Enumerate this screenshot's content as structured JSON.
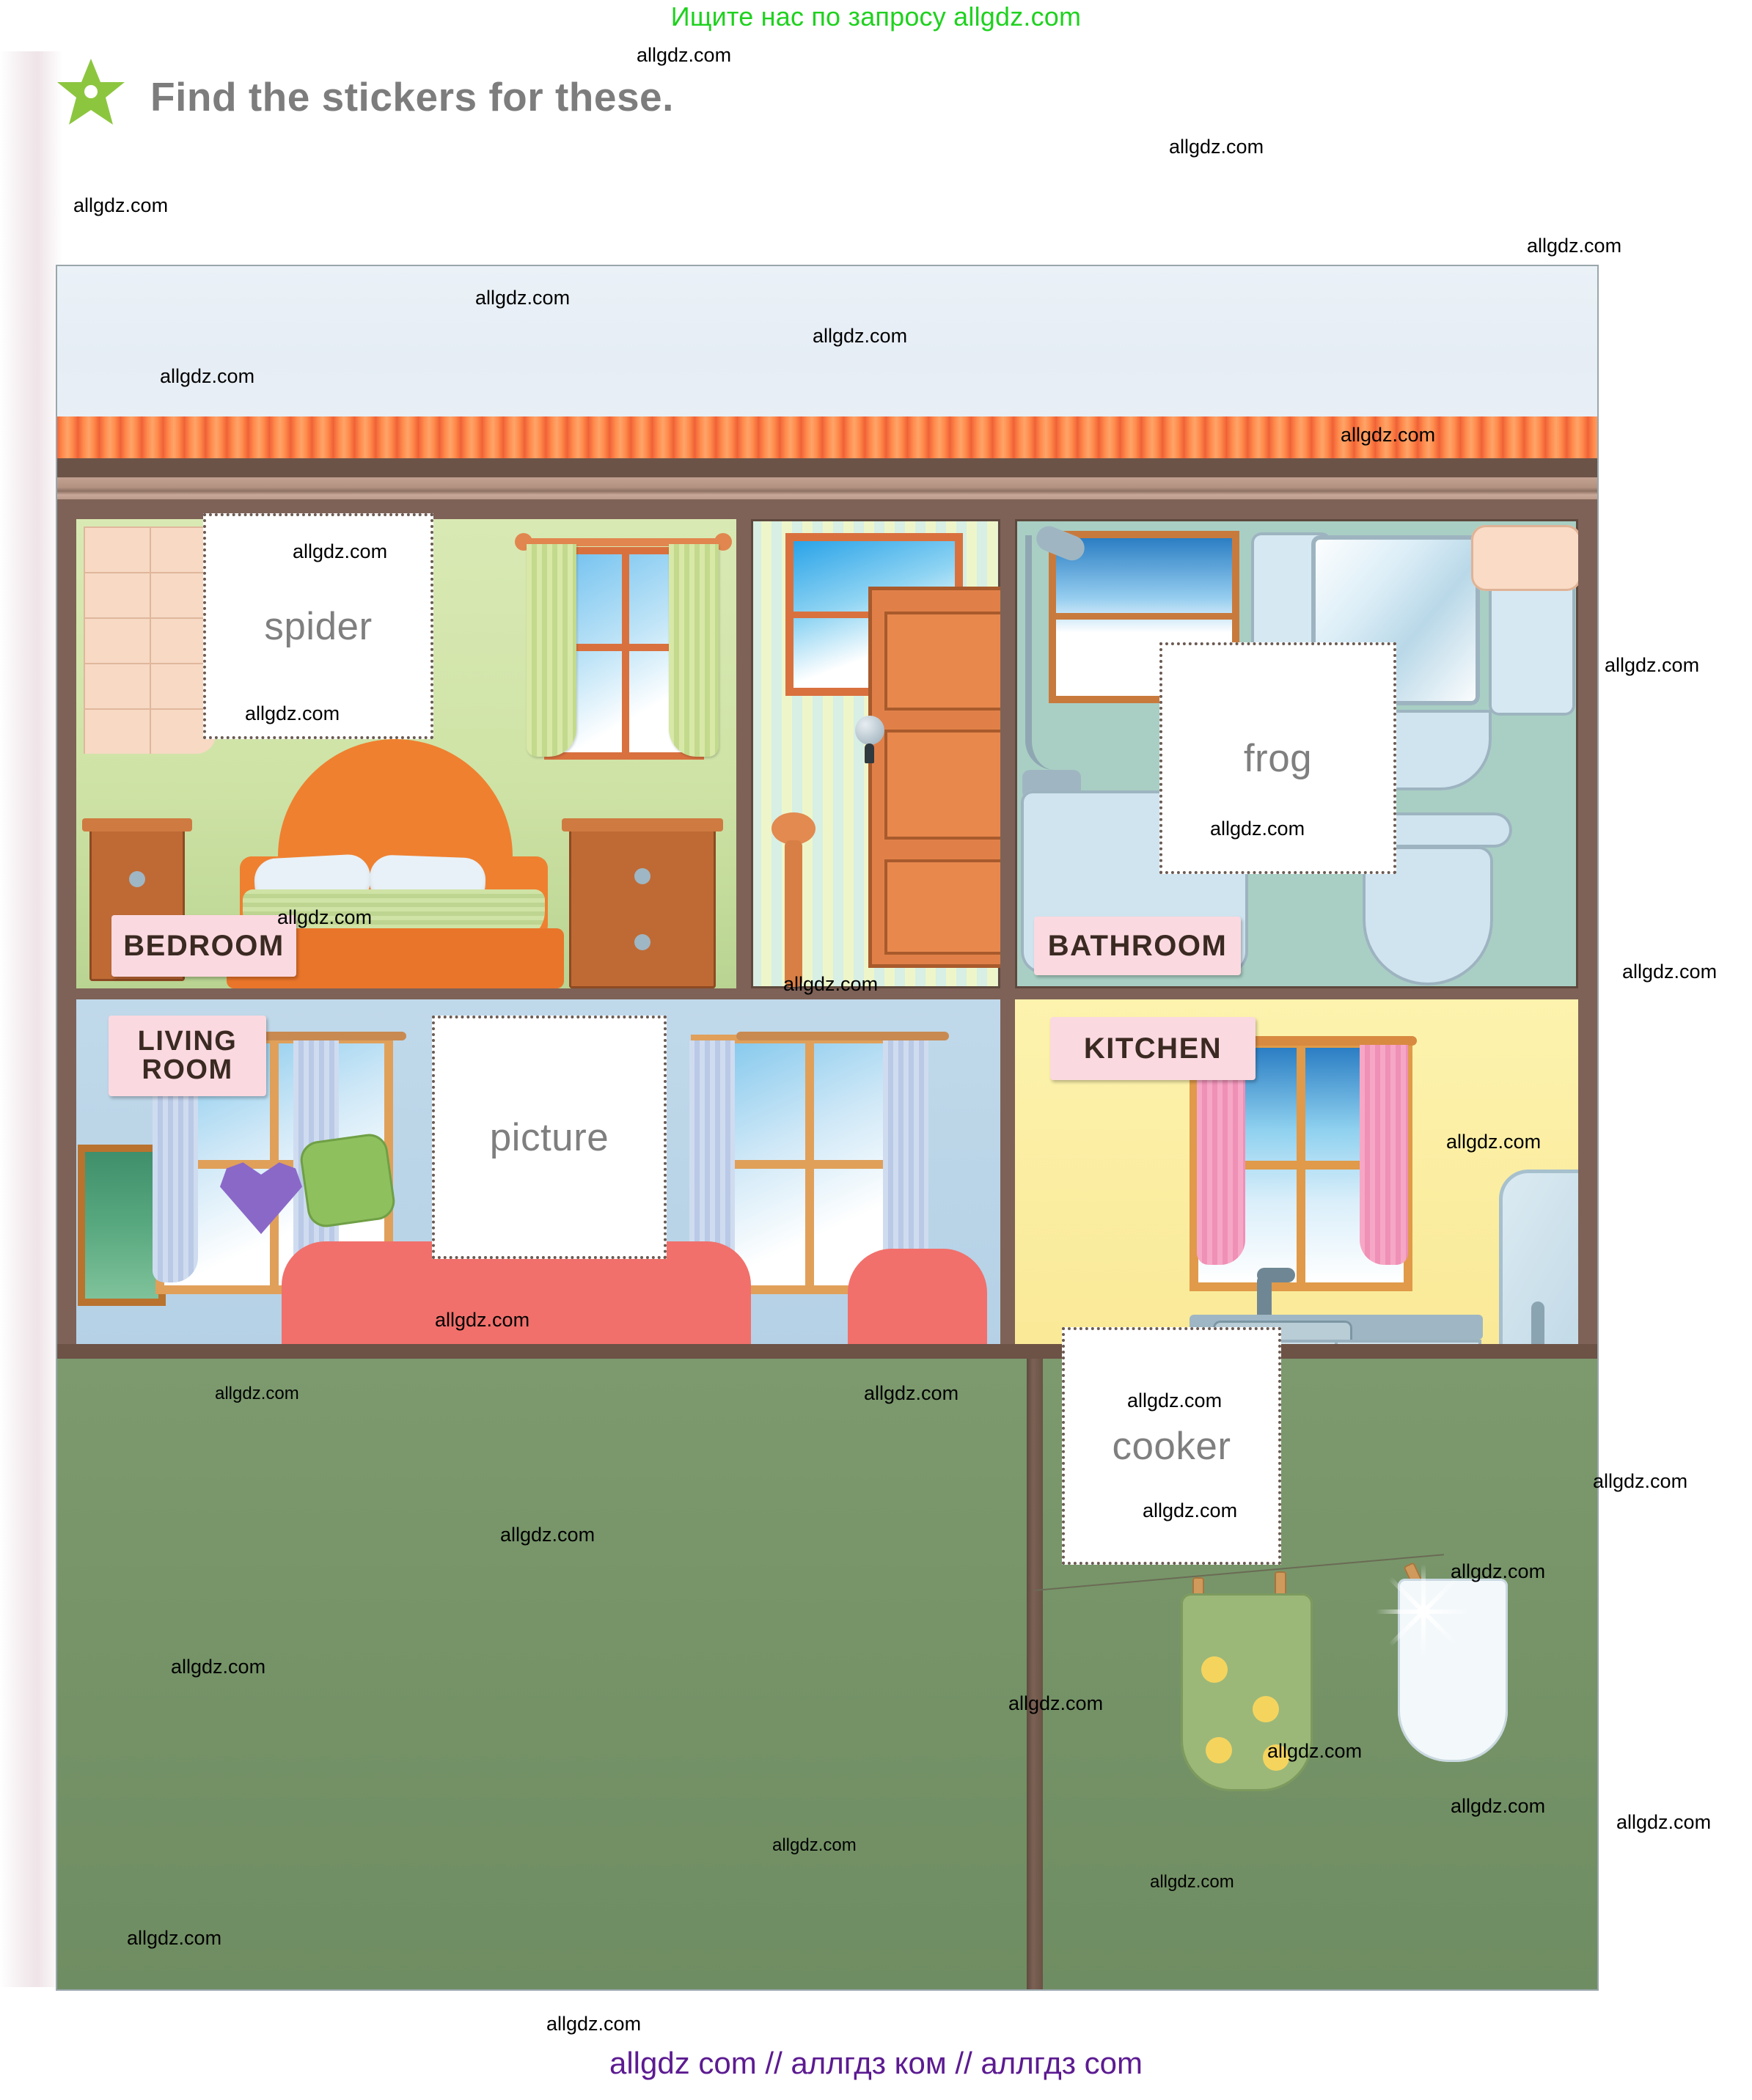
{
  "promo": {
    "text": "Ищите нас по запросу allgdz.com"
  },
  "exercise": {
    "icon": "star-icon",
    "heading": "Find the stickers for these."
  },
  "illustration": {
    "alt_name": "cut-away-house-illustration",
    "rooms": [
      {
        "id": "bedroom",
        "label": "BEDROOM"
      },
      {
        "id": "bathroom",
        "label": "BATHROOM"
      },
      {
        "id": "living",
        "label": "LIVING\nROOM",
        "label_line1": "LIVING",
        "label_line2": "ROOM"
      },
      {
        "id": "kitchen",
        "label": "KITCHEN"
      }
    ],
    "hallway": {
      "name": "hallway",
      "features": "open door, window, stair banister"
    },
    "garden": {
      "name": "lawn",
      "features": "clothesline with green towel and white towel"
    }
  },
  "stickers": [
    {
      "id": "spider",
      "label": "spider",
      "room": "bedroom"
    },
    {
      "id": "frog",
      "label": "frog",
      "room": "bathroom"
    },
    {
      "id": "picture",
      "label": "picture",
      "room": "living"
    },
    {
      "id": "cooker",
      "label": "cooker",
      "room": "kitchen"
    }
  ],
  "watermark": {
    "text": "allgdz.com"
  },
  "footer": {
    "text": "allgdz com  //  аллгдз ком  //  аллгдз com"
  },
  "colors": {
    "promo_green": "#1fd11f",
    "footer_purple": "#5c1b91",
    "heading_gray": "#7d7d7d",
    "sticker_text": "#7f7f7f",
    "plaque_pink": "#fbd9e0",
    "roof_orange": "#f2663a",
    "lawn_green": "#759367"
  }
}
